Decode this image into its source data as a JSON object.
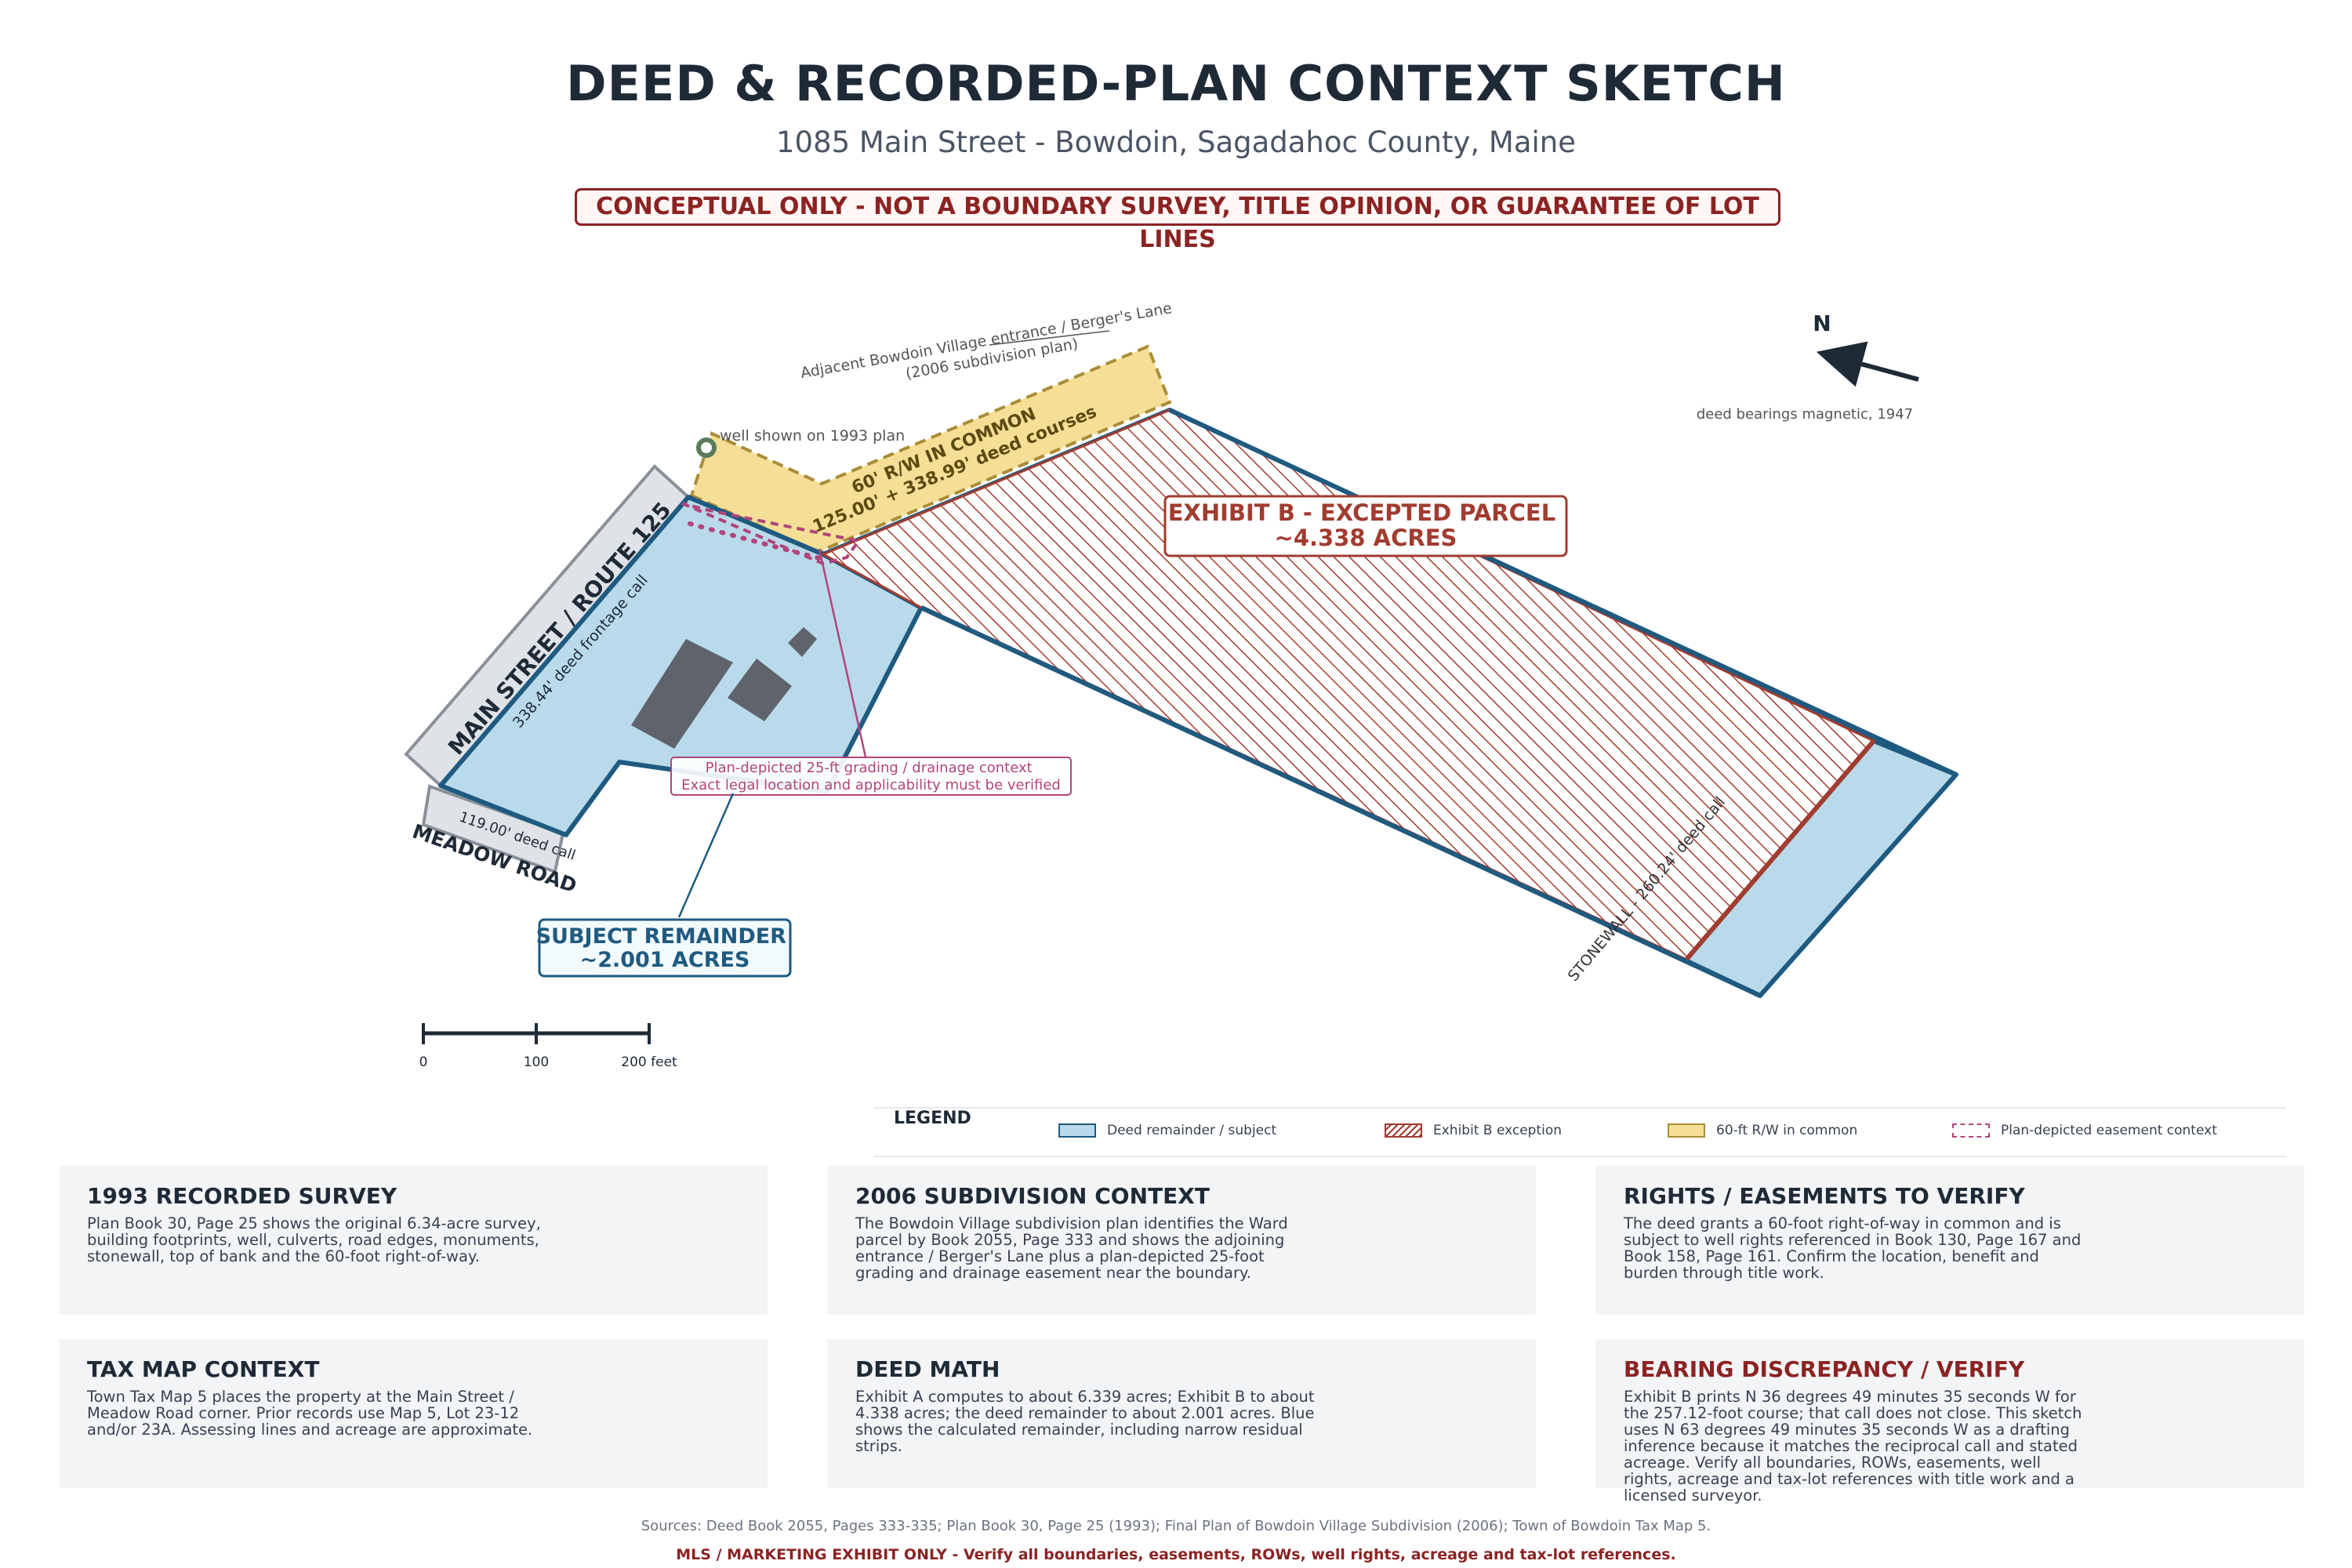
{
  "header": {
    "title": "DEED & RECORDED-PLAN CONTEXT SKETCH",
    "subtitle": "1085 Main Street - Bowdoin, Sagadahoc County, Maine",
    "warning": "CONCEPTUAL ONLY - NOT A BOUNDARY SURVEY, TITLE OPINION, OR GUARANTEE OF LOT LINES"
  },
  "map": {
    "road_main": "MAIN STREET / ROUTE 125",
    "road_meadow": "MEADOW ROAD",
    "frontage_call": "338.44' deed frontage call",
    "meadow_call": "119.00' deed call",
    "row_line1": "60' R/W IN COMMON",
    "row_line2": "125.00' + 338.99' deed courses",
    "adjacent_line1": "Adjacent Bowdoin Village entrance / Berger's Lane",
    "adjacent_line2": "(2006 subdivision plan)",
    "well_label": "well shown on 1993 plan",
    "exception_line1": "EXHIBIT B - EXCEPTED PARCEL",
    "exception_line2": "~4.338 ACRES",
    "subject_line1": "SUBJECT REMAINDER",
    "subject_line2": "~2.001 ACRES",
    "easement_line1": "Plan-depicted 25-ft grading / drainage context",
    "easement_line2": "Exact legal location and applicability must be verified",
    "stonewall": "STONEWALL - 260.24' deed call",
    "north": "N",
    "bearing_note": "deed bearings magnetic, 1947",
    "scale_0": "0",
    "scale_100": "100",
    "scale_200": "200 feet"
  },
  "legend": {
    "title": "LEGEND",
    "items": [
      {
        "label": "Deed remainder / subject"
      },
      {
        "label": "Exhibit B exception"
      },
      {
        "label": "60-ft R/W in common"
      },
      {
        "label": "Plan-depicted easement context"
      }
    ]
  },
  "panels": [
    {
      "title": "1993 RECORDED SURVEY",
      "body": "Plan Book 30, Page 25 shows the original 6.34-acre survey, building footprints, well, culverts, road edges, monuments, stonewall, top of bank and the 60-foot right-of-way."
    },
    {
      "title": "2006 SUBDIVISION CONTEXT",
      "body": "The Bowdoin Village subdivision plan identifies the Ward parcel by Book 2055, Page 333 and shows the adjoining entrance / Berger's Lane plus a plan-depicted 25-foot grading and drainage easement near the boundary."
    },
    {
      "title": "RIGHTS / EASEMENTS TO VERIFY",
      "body": "The deed grants a 60-foot right-of-way in common and is subject to well rights referenced in Book 130, Page 167 and Book 158, Page 161. Confirm the location, benefit and burden through title work."
    },
    {
      "title": "TAX MAP CONTEXT",
      "body": "Town Tax Map 5 places the property at the Main Street / Meadow Road corner. Prior records use Map 5, Lot 23-12 and/or 23A. Assessing lines and acreage are approximate."
    },
    {
      "title": "DEED MATH",
      "body": "Exhibit A computes to about 6.339 acres; Exhibit B to about 4.338 acres; the deed remainder to about 2.001 acres. Blue shows the calculated remainder, including narrow residual strips."
    },
    {
      "title": "BEARING DISCREPANCY / VERIFY",
      "body": "Exhibit B prints N 36 degrees 49 minutes 35 seconds W for the 257.12-foot course; that call does not close. This sketch uses N 63 degrees 49 minutes 35 seconds W as a drafting inference because it matches the reciprocal call and stated acreage. Verify all boundaries, ROWs, easements, well rights, acreage and tax-lot references with title work and a licensed surveyor."
    }
  ],
  "footer": {
    "sources": "Sources: Deed Book 2055, Pages 333-335; Plan Book 30, Page 25 (1993); Final Plan of Bowdoin Village Subdivision (2006); Town of Bowdoin Tax Map 5.",
    "disclaimer": "MLS / MARKETING EXHIBIT ONLY - Verify all boundaries, easements, ROWs, well rights, acreage and tax-lot references."
  },
  "colors": {
    "subject_fill": "#b9daea",
    "boundary": "#1f5a80",
    "exception": "#a13c30",
    "row_fill": "#f5df96",
    "easement": "#b0457a",
    "alert": "#8b2323"
  }
}
